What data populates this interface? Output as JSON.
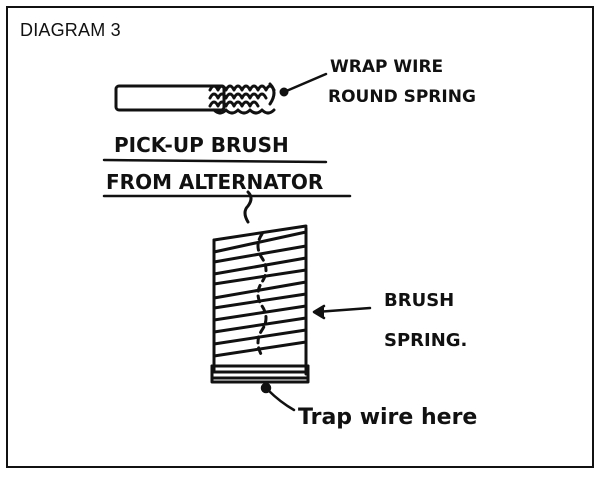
{
  "diagram": {
    "title": "DIAGRAM 3",
    "labels": {
      "wrap_wire_line1": "WRAP WIRE",
      "wrap_wire_line2": "ROUND SPRING",
      "pickup_line1": "PICK-UP BRUSH",
      "pickup_line2": "FROM ALTERNATOR",
      "brush_spring_line1": "BRUSH",
      "brush_spring_line2": "SPRING.",
      "trap_wire": "Trap wire here"
    },
    "colors": {
      "ink": "#111111",
      "background": "#ffffff"
    }
  }
}
